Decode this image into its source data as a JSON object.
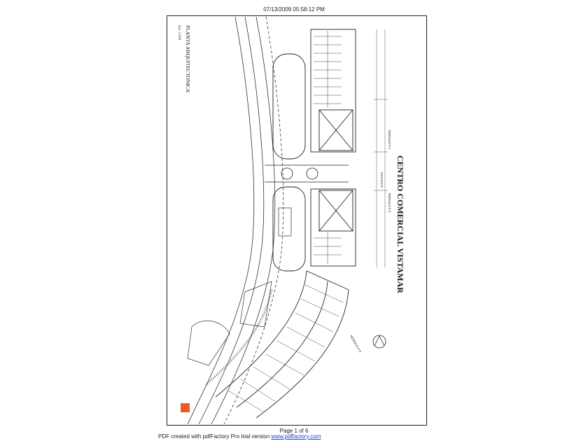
{
  "header": {
    "timestamp": "07/13/2009 05:58:12 PM"
  },
  "drawing": {
    "title": "CENTRO COMERCIAL VISTAMAR",
    "plan_label": "PLANTA ARQUITECTONICA",
    "scale_label": "Esc. 1:500",
    "module_1": "MODULO # 1",
    "module_2": "MODULO # 2",
    "module_3": "MODULO # 3",
    "entrance": "EXISTENTE",
    "stamp_color": "#f05a23"
  },
  "footer": {
    "page": "Page 1 of 6",
    "credit_prefix": "PDF created with pdfFactory Pro trial version ",
    "credit_link": "www.pdffactory.com"
  }
}
